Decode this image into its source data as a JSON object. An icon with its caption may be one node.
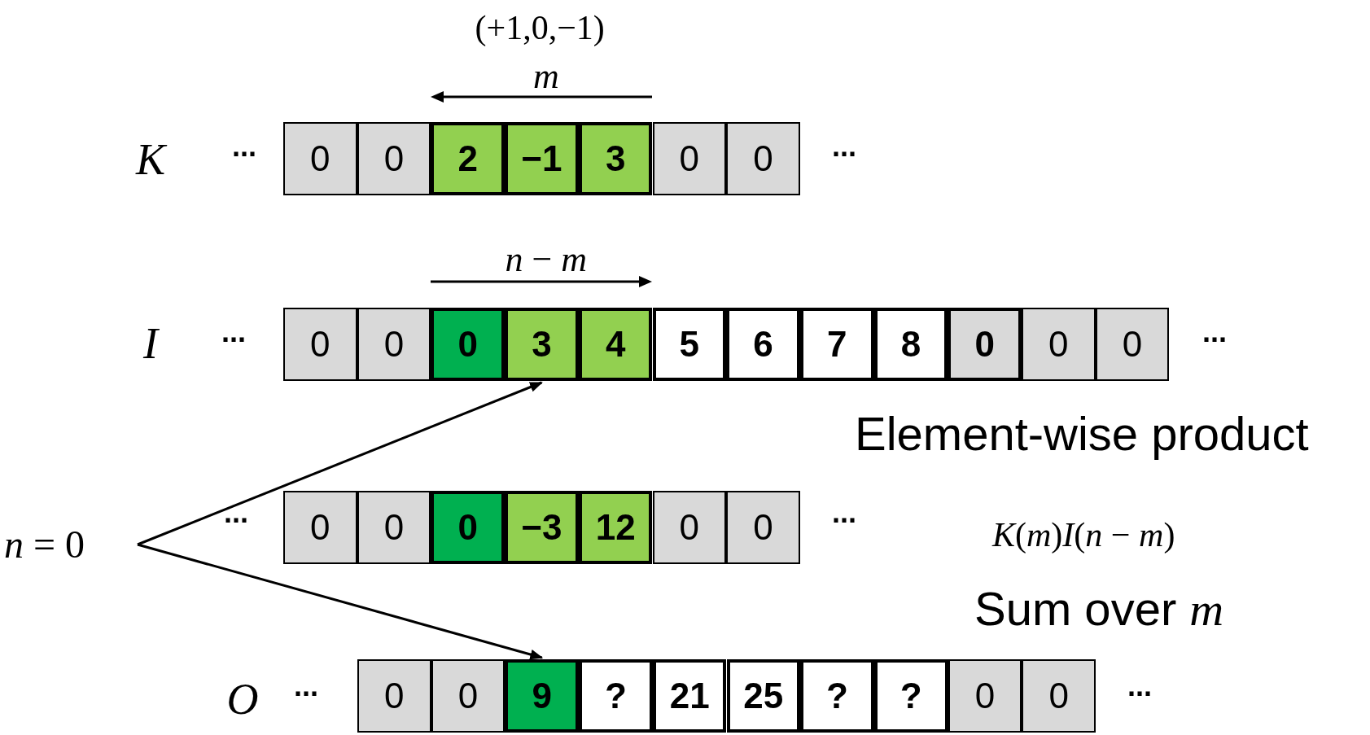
{
  "diagram": {
    "nodes": [
      {
        "text": [
          "0"
        ]
      },
      {
        "text": [
          "0"
        ]
      },
      {
        "text": [
          "2"
        ]
      },
      {
        "text": [
          "−1"
        ]
      },
      {
        "text": [
          "3"
        ]
      },
      {
        "text": [
          "0"
        ]
      },
      {
        "text": [
          "0"
        ]
      },
      {
        "text": [
          "0"
        ]
      },
      {
        "text": [
          "0"
        ]
      },
      {
        "text": [
          "0"
        ]
      },
      {
        "text": [
          "3"
        ]
      },
      {
        "text": [
          "4"
        ]
      },
      {
        "text": [
          "5"
        ]
      },
      {
        "text": [
          "6"
        ]
      },
      {
        "text": [
          "7"
        ]
      },
      {
        "text": [
          "8"
        ]
      },
      {
        "text": [
          "0"
        ]
      },
      {
        "text": [
          "0"
        ]
      },
      {
        "text": [
          "0"
        ]
      },
      {
        "text": [
          "*n* = 0"
        ]
      },
      {
        "text": [
          "0"
        ]
      },
      {
        "text": [
          "0"
        ]
      },
      {
        "text": [
          "0"
        ]
      },
      {
        "text": [
          "−3"
        ]
      },
      {
        "text": [
          "12"
        ]
      },
      {
        "text": [
          "0"
        ]
      },
      {
        "text": [
          "0"
        ]
      },
      {
        "text": [
          "0"
        ]
      },
      {
        "text": [
          "0"
        ]
      },
      {
        "text": [
          "9"
        ]
      },
      {
        "text": [
          "?"
        ]
      },
      {
        "text": [
          "21"
        ]
      },
      {
        "text": [
          "25"
        ]
      },
      {
        "text": [
          "?"
        ]
      },
      {
        "text": [
          "?"
        ]
      },
      {
        "text": [
          "0"
        ]
      },
      {
        "text": [
          "0"
        ]
      }
    ],
    "edges": [
      {
        "from": 19,
        "to": 10,
        "arrow": "to"
      },
      {
        "from": 19,
        "to": 29,
        "arrow": "to"
      }
    ],
    "labels": [
      "(+1,0,−1)",
      "m",
      "K",
      "···",
      "···",
      "*n* − *m*",
      "I",
      "···",
      "···",
      "Element-wise product",
      "···",
      "···",
      "*K*(*m*)*I*(*n* − *m*)",
      "Sum over *m*",
      "O",
      "···",
      "···"
    ]
  }
}
